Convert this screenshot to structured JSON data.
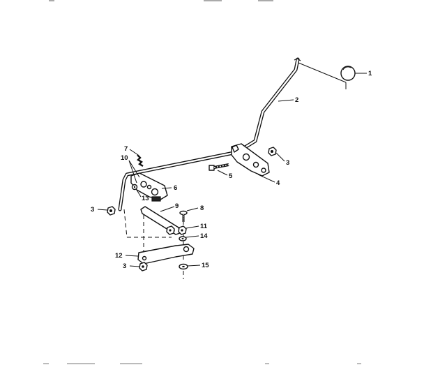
{
  "diagram": {
    "callouts": [
      {
        "id": "c1",
        "text": "1"
      },
      {
        "id": "c2",
        "text": "2"
      },
      {
        "id": "c3a",
        "text": "3"
      },
      {
        "id": "c3b",
        "text": "3"
      },
      {
        "id": "c3c",
        "text": "3"
      },
      {
        "id": "c4",
        "text": "4"
      },
      {
        "id": "c5",
        "text": "5"
      },
      {
        "id": "c6",
        "text": "6"
      },
      {
        "id": "c7",
        "text": "7"
      },
      {
        "id": "c8",
        "text": "8"
      },
      {
        "id": "c9",
        "text": "9"
      },
      {
        "id": "c10",
        "text": "10"
      },
      {
        "id": "c11",
        "text": "11"
      },
      {
        "id": "c12",
        "text": "12"
      },
      {
        "id": "c13",
        "text": "13"
      },
      {
        "id": "c14",
        "text": "14"
      },
      {
        "id": "c15",
        "text": "15"
      }
    ]
  }
}
